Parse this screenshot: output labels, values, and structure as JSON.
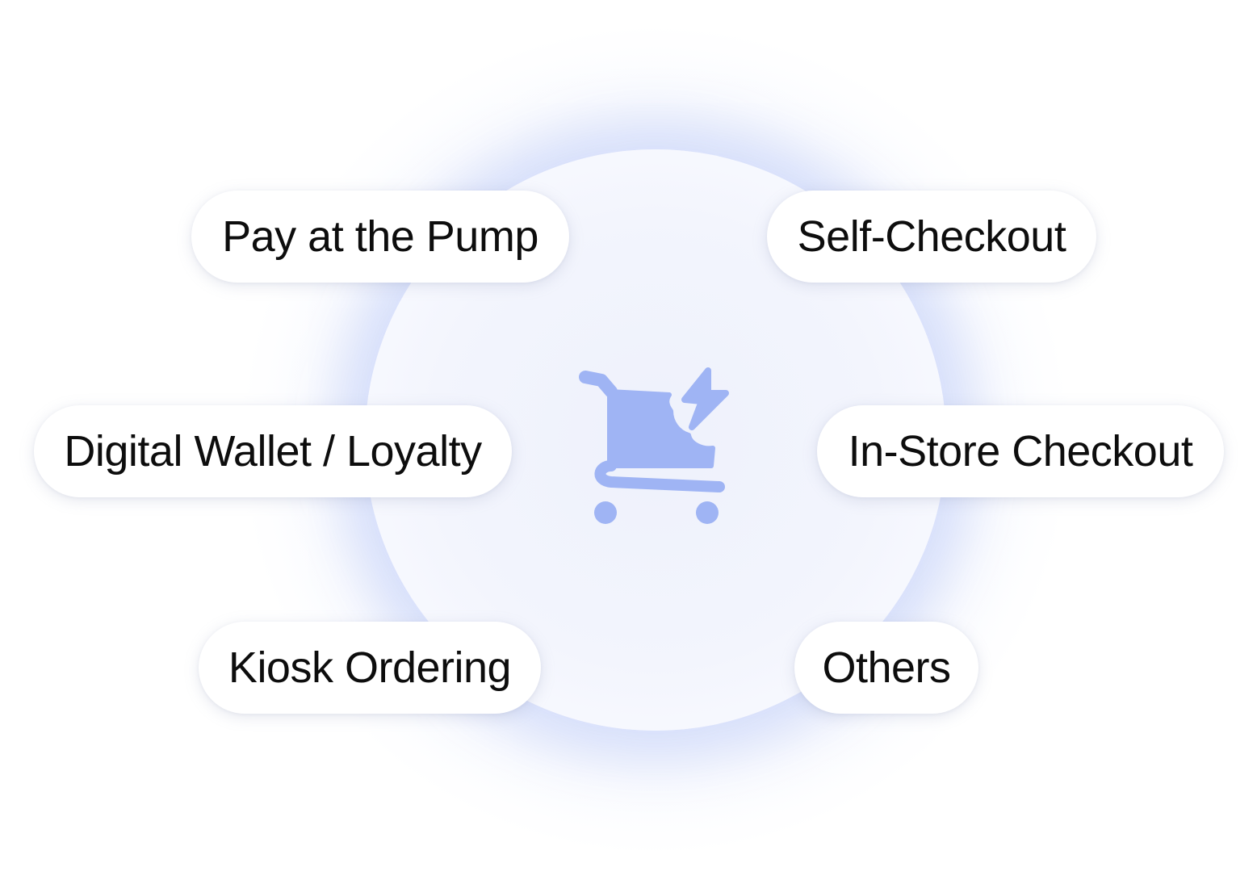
{
  "center": {
    "icon": "shopping-cart-lightning-icon",
    "icon_color": "#9fb4f4"
  },
  "pills": [
    {
      "id": "pay-at-the-pump",
      "label": "Pay at the Pump"
    },
    {
      "id": "self-checkout",
      "label": "Self-Checkout"
    },
    {
      "id": "digital-wallet-loyalty",
      "label": "Digital Wallet / Loyalty"
    },
    {
      "id": "in-store-checkout",
      "label": "In-Store Checkout"
    },
    {
      "id": "kiosk-ordering",
      "label": "Kiosk Ordering"
    },
    {
      "id": "others",
      "label": "Others"
    }
  ],
  "colors": {
    "background": "#ffffff",
    "halo": "#d6ddfa",
    "circle": "#f3f5fd",
    "pill": "#ffffff",
    "text": "#0d0d0d"
  }
}
